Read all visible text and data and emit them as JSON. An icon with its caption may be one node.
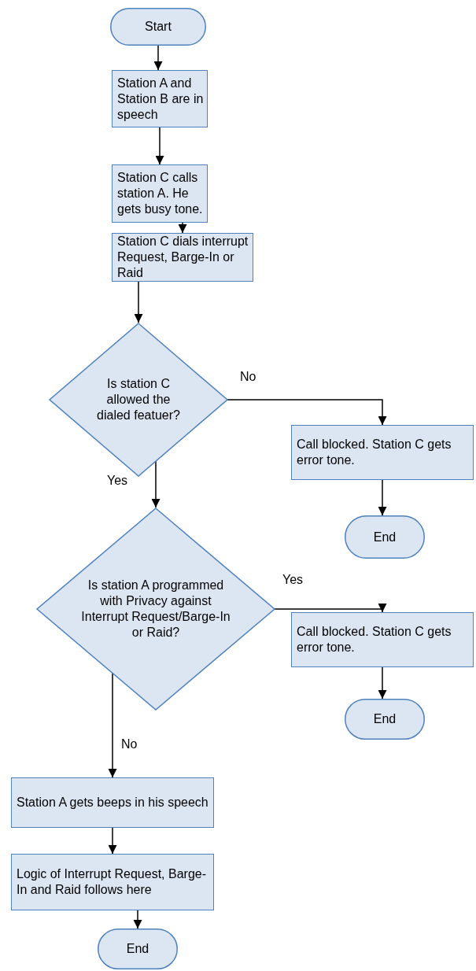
{
  "diagram": {
    "nodes": [
      {
        "text": [
          "Start"
        ]
      },
      {
        "text": [
          "Station A and Station B are in speech"
        ]
      },
      {
        "text": [
          "Station C calls station A. He gets busy tone."
        ]
      },
      {
        "text": [
          "Station C dials interrupt Request, Barge-In or Raid"
        ]
      },
      {
        "text": [
          "Is station C allowed the dialed featuer?"
        ]
      },
      {
        "text": [
          "Call blocked. Station C gets error tone."
        ]
      },
      {
        "text": [
          "End"
        ]
      },
      {
        "text": [
          "Is station A programmed with Privacy against Interrupt Request/Barge-In or Raid?"
        ]
      },
      {
        "text": [
          "Call blocked. Station C gets error tone."
        ]
      },
      {
        "text": [
          "End"
        ]
      },
      {
        "text": [
          "Station A gets beeps in his speech"
        ]
      },
      {
        "text": [
          "Logic of Interrupt Request, Barge-In and Raid follows here"
        ]
      },
      {
        "text": [
          "End"
        ]
      }
    ],
    "edges": [
      {
        "from": 0,
        "to": 1,
        "arrow": "to"
      },
      {
        "from": 1,
        "to": 2,
        "arrow": "to"
      },
      {
        "from": 2,
        "to": 3,
        "arrow": "to"
      },
      {
        "from": 3,
        "to": 4,
        "arrow": "to"
      },
      {
        "from": 4,
        "to": 5,
        "arrow": "to",
        "label": "No"
      },
      {
        "from": 5,
        "to": 6,
        "arrow": "to"
      },
      {
        "from": 4,
        "to": 7,
        "arrow": "to",
        "label": "Yes"
      },
      {
        "from": 7,
        "to": 8,
        "arrow": "to",
        "label": "Yes"
      },
      {
        "from": 8,
        "to": 9,
        "arrow": "to"
      },
      {
        "from": 7,
        "to": 10,
        "arrow": "to",
        "label": "No"
      },
      {
        "from": 10,
        "to": 11,
        "arrow": "to"
      },
      {
        "from": 11,
        "to": 12,
        "arrow": "to"
      }
    ]
  }
}
